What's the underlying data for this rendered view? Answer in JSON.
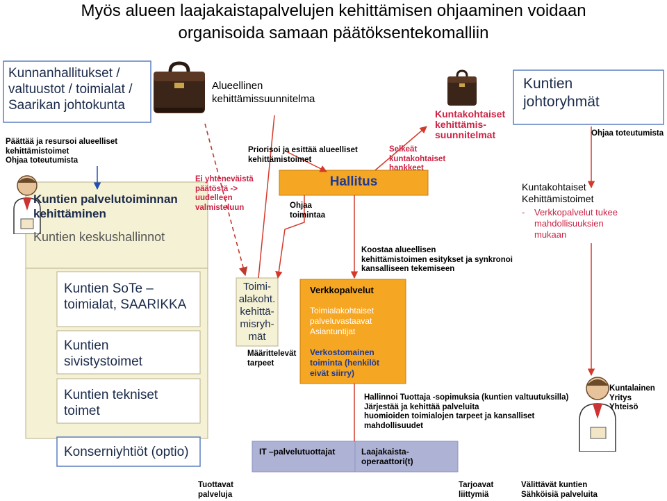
{
  "title": "Myös alueen laajakaistapalvelujen kehittämisen ohjaaminen voidaan\norganisoida samaan päätöksentekomalliin",
  "left": {
    "kunnanhallitukset": "Kunnanhallitukset /\nvaltuustot / toimialat /\nSaarikan johtokunta",
    "paattaa": "Päättää ja resursoi alueelliset\nkehittämistoimet\nOhjaa toteutumista",
    "palvelutoiminnan": "Kuntien palvelutoiminnan\nkehittäminen",
    "keskushallinnot": "Kuntien keskushallinnot",
    "sote": "Kuntien SoTe –\ntoimialat, SAARIKKA",
    "sivistys": "Kuntien\nsivistystoimet",
    "tekniset": "Kuntien tekniset\ntoimet",
    "konserni": "Konserniyhtiöt (optio)"
  },
  "middle": {
    "alueellinen": "Alueellinen\nkehittämissuunnitelma",
    "ei_yhteneva": "Ei yhteneväistä\npäätöstä ->\nuudelleen\nvalmisteluun",
    "priorisoi": "Priorisoi ja esittää alueelliset\nkehittämistoimet",
    "hallitus": "Hallitus",
    "ohjaa_toimintaa": "Ohjaa\ntoimintaa",
    "toimialakoht": "Toimi-\nalakoht.\nkehittä-\nmisryh-\nmät",
    "maarittelevat": "Määrittelevät\ntarpeet",
    "verkkopalvelut": "Verkkopalvelut",
    "toimialakohtaiset": "Toimialakohtaiset\npalveluvastaavat\nAsiantuntijat",
    "verkostomainen": "Verkostomainen\ntoiminta (henkilöt\neivät siirry)",
    "koostaa": "Koostaa alueellisen\nkehittämistoimen esitykset ja synkronoi\nkansalliseen tekemiseen",
    "selkeat": "Selkeät\nkuntakohtaiset\nhankkeet",
    "it_palvelu": "IT –palvelutuottajat",
    "laajakaista": "Laajakaista-\noperaattori(t)",
    "hallinnoi": "Hallinnoi Tuottaja -sopimuksia (kuntien valtuutuksilla)\nJärjestää ja kehittää palveluita\nhuomioiden toimialojen tarpeet ja kansalliset\nmahdollisuudet"
  },
  "right": {
    "kuntakohtaiset_suunnitelmat": "Kuntakohtaiset\nkehittämis-\nsuunnitelmat",
    "johtoryhmat": "Kuntien\njohtoryhmät",
    "ohjaa_toteutumista": "Ohjaa toteutumista",
    "kehittamistoimet_title": "Kuntakohtaiset\nKehittämistoimet",
    "verkkopalvelut_bullet": "-",
    "verkkopalvelut_text": "Verkkopalvelut tukee\nmahdollisuuksien\nmukaan",
    "kuntalainen": "Kuntalainen\nYritys\nYhteisö"
  },
  "bottom": {
    "tuottavat": "Tuottavat\npalveluja",
    "tarjoavat": "Tarjoavat\nliittymiä",
    "valittavat": "Välittävät kuntien\nSähköisiä palveluita"
  },
  "colors": {
    "box_fill": "#f5f1d4",
    "orange_fill": "#f5a623",
    "lavender_fill": "#aeb3d6",
    "blue_border": "#5b7fc0",
    "red_text": "#cc2244",
    "arrow_red": "#d33a2c"
  }
}
